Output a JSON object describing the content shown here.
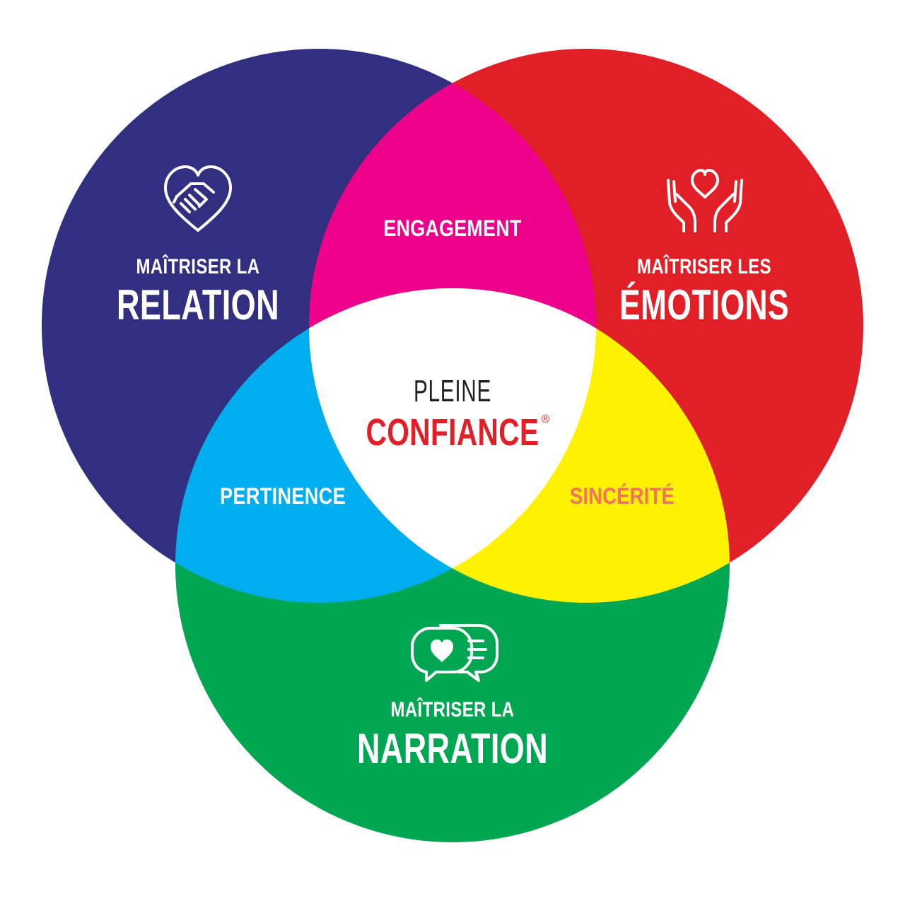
{
  "colors": {
    "relation": "#322F80",
    "emotions": "#E01F26",
    "narration": "#00A651",
    "engagement": "#EC008C",
    "pertinence": "#00AEEF",
    "sincerite": "#FFF200",
    "center": "#FFFFFF",
    "sincerite_text": "#F37062",
    "confiance_text": "#E01F26",
    "pleine_text": "#231F20",
    "white_text": "#FFFFFF"
  },
  "circles": {
    "relation": {
      "line1": "MAÎTRISER LA",
      "line2": "RELATION",
      "icon": "handshake-heart-icon"
    },
    "emotions": {
      "line1": "MAÎTRISER LES",
      "line2": "ÉMOTIONS",
      "icon": "hands-heart-icon"
    },
    "narration": {
      "line1": "MAÎTRISER LA",
      "line2": "NARRATION",
      "icon": "chat-bubbles-heart-icon"
    }
  },
  "intersections": {
    "engagement": "ENGAGEMENT",
    "pertinence": "PERTINENCE",
    "sincerite": "SINCÉRITÉ"
  },
  "center": {
    "line1": "PLEINE",
    "line2": "CONFIANCE",
    "mark": "®"
  }
}
